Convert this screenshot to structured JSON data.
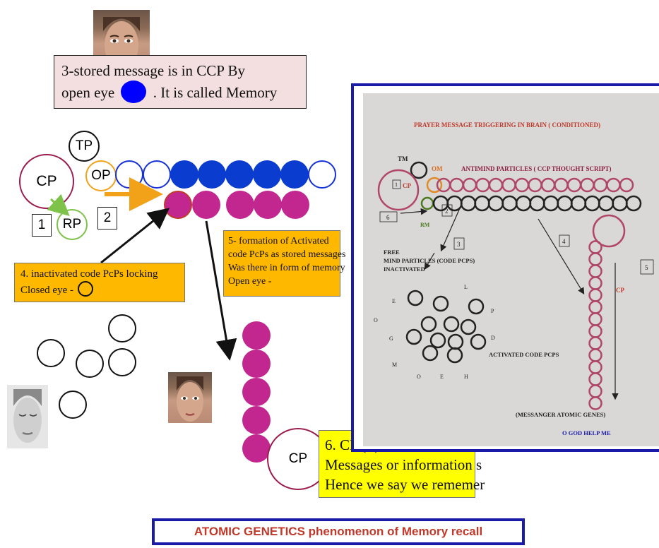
{
  "top_box": {
    "line1": "3-stored message is in CCP  By",
    "line2_prefix": "open eye",
    "line2_suffix": ". It is called Memory"
  },
  "labels": {
    "tp": "TP",
    "cp": "CP",
    "op": "OP",
    "rp": "RP",
    "step1": "1",
    "step2": "2",
    "cp_bottom": "CP"
  },
  "box4": {
    "line1": "4.  inactivated code PcPs locking",
    "line2": "Closed eye -"
  },
  "box5": {
    "line1": "5-  formation of Activated",
    "line2": " code PcPs as stored messages",
    "line3": "Was there in  form of  memory",
    "line4": "Open eye -"
  },
  "box6": {
    "line1": "6. CP ( I)  translates",
    "line2": "Messages or information s",
    "line3": "Hence we say we rememer"
  },
  "footer": {
    "title": "ATOMIC GENETICS phenomenon of  Memory recall"
  },
  "panel": {
    "title": "PRAYER MESSAGE  TRIGGERING IN BRAIN ( CONDITIONED)",
    "tm": "TM",
    "om": "OM",
    "antimind": "ANTIMIND PARTICLES  ( CCP  THOUGHT SCRIPT)",
    "cp_left": "CP",
    "rm": "RM",
    "n1": "1",
    "n2": "2",
    "n3": "3",
    "n4": "4",
    "n5": "5",
    "n6": "6",
    "free1": "FREE",
    "free2": "MIND  PARTICLES (CODE PCPS)",
    "free3": "INACTIVATED",
    "cp_right": "CP",
    "activated": "ACTIVATED CODE PCPS",
    "messenger": "(MESSANGER ATOMIC GENES)",
    "god": "O GOD HELP ME",
    "letters": [
      "L",
      "E",
      "P",
      "O",
      "D",
      "G",
      "M",
      "O",
      "E",
      "H"
    ]
  },
  "colors": {
    "dark_blue": "#0a3ccf",
    "blue_outline": "#1733d6",
    "magenta": "#c2268f",
    "maroon": "#9b1c4d",
    "orange": "#f2a218",
    "green": "#7ec24a",
    "orange_box": "#ffb800",
    "yellow_box": "#ffff00",
    "pink_box": "#f4dfe0",
    "panel_red": "#c0392b",
    "panel_pink": "#b0476a"
  }
}
